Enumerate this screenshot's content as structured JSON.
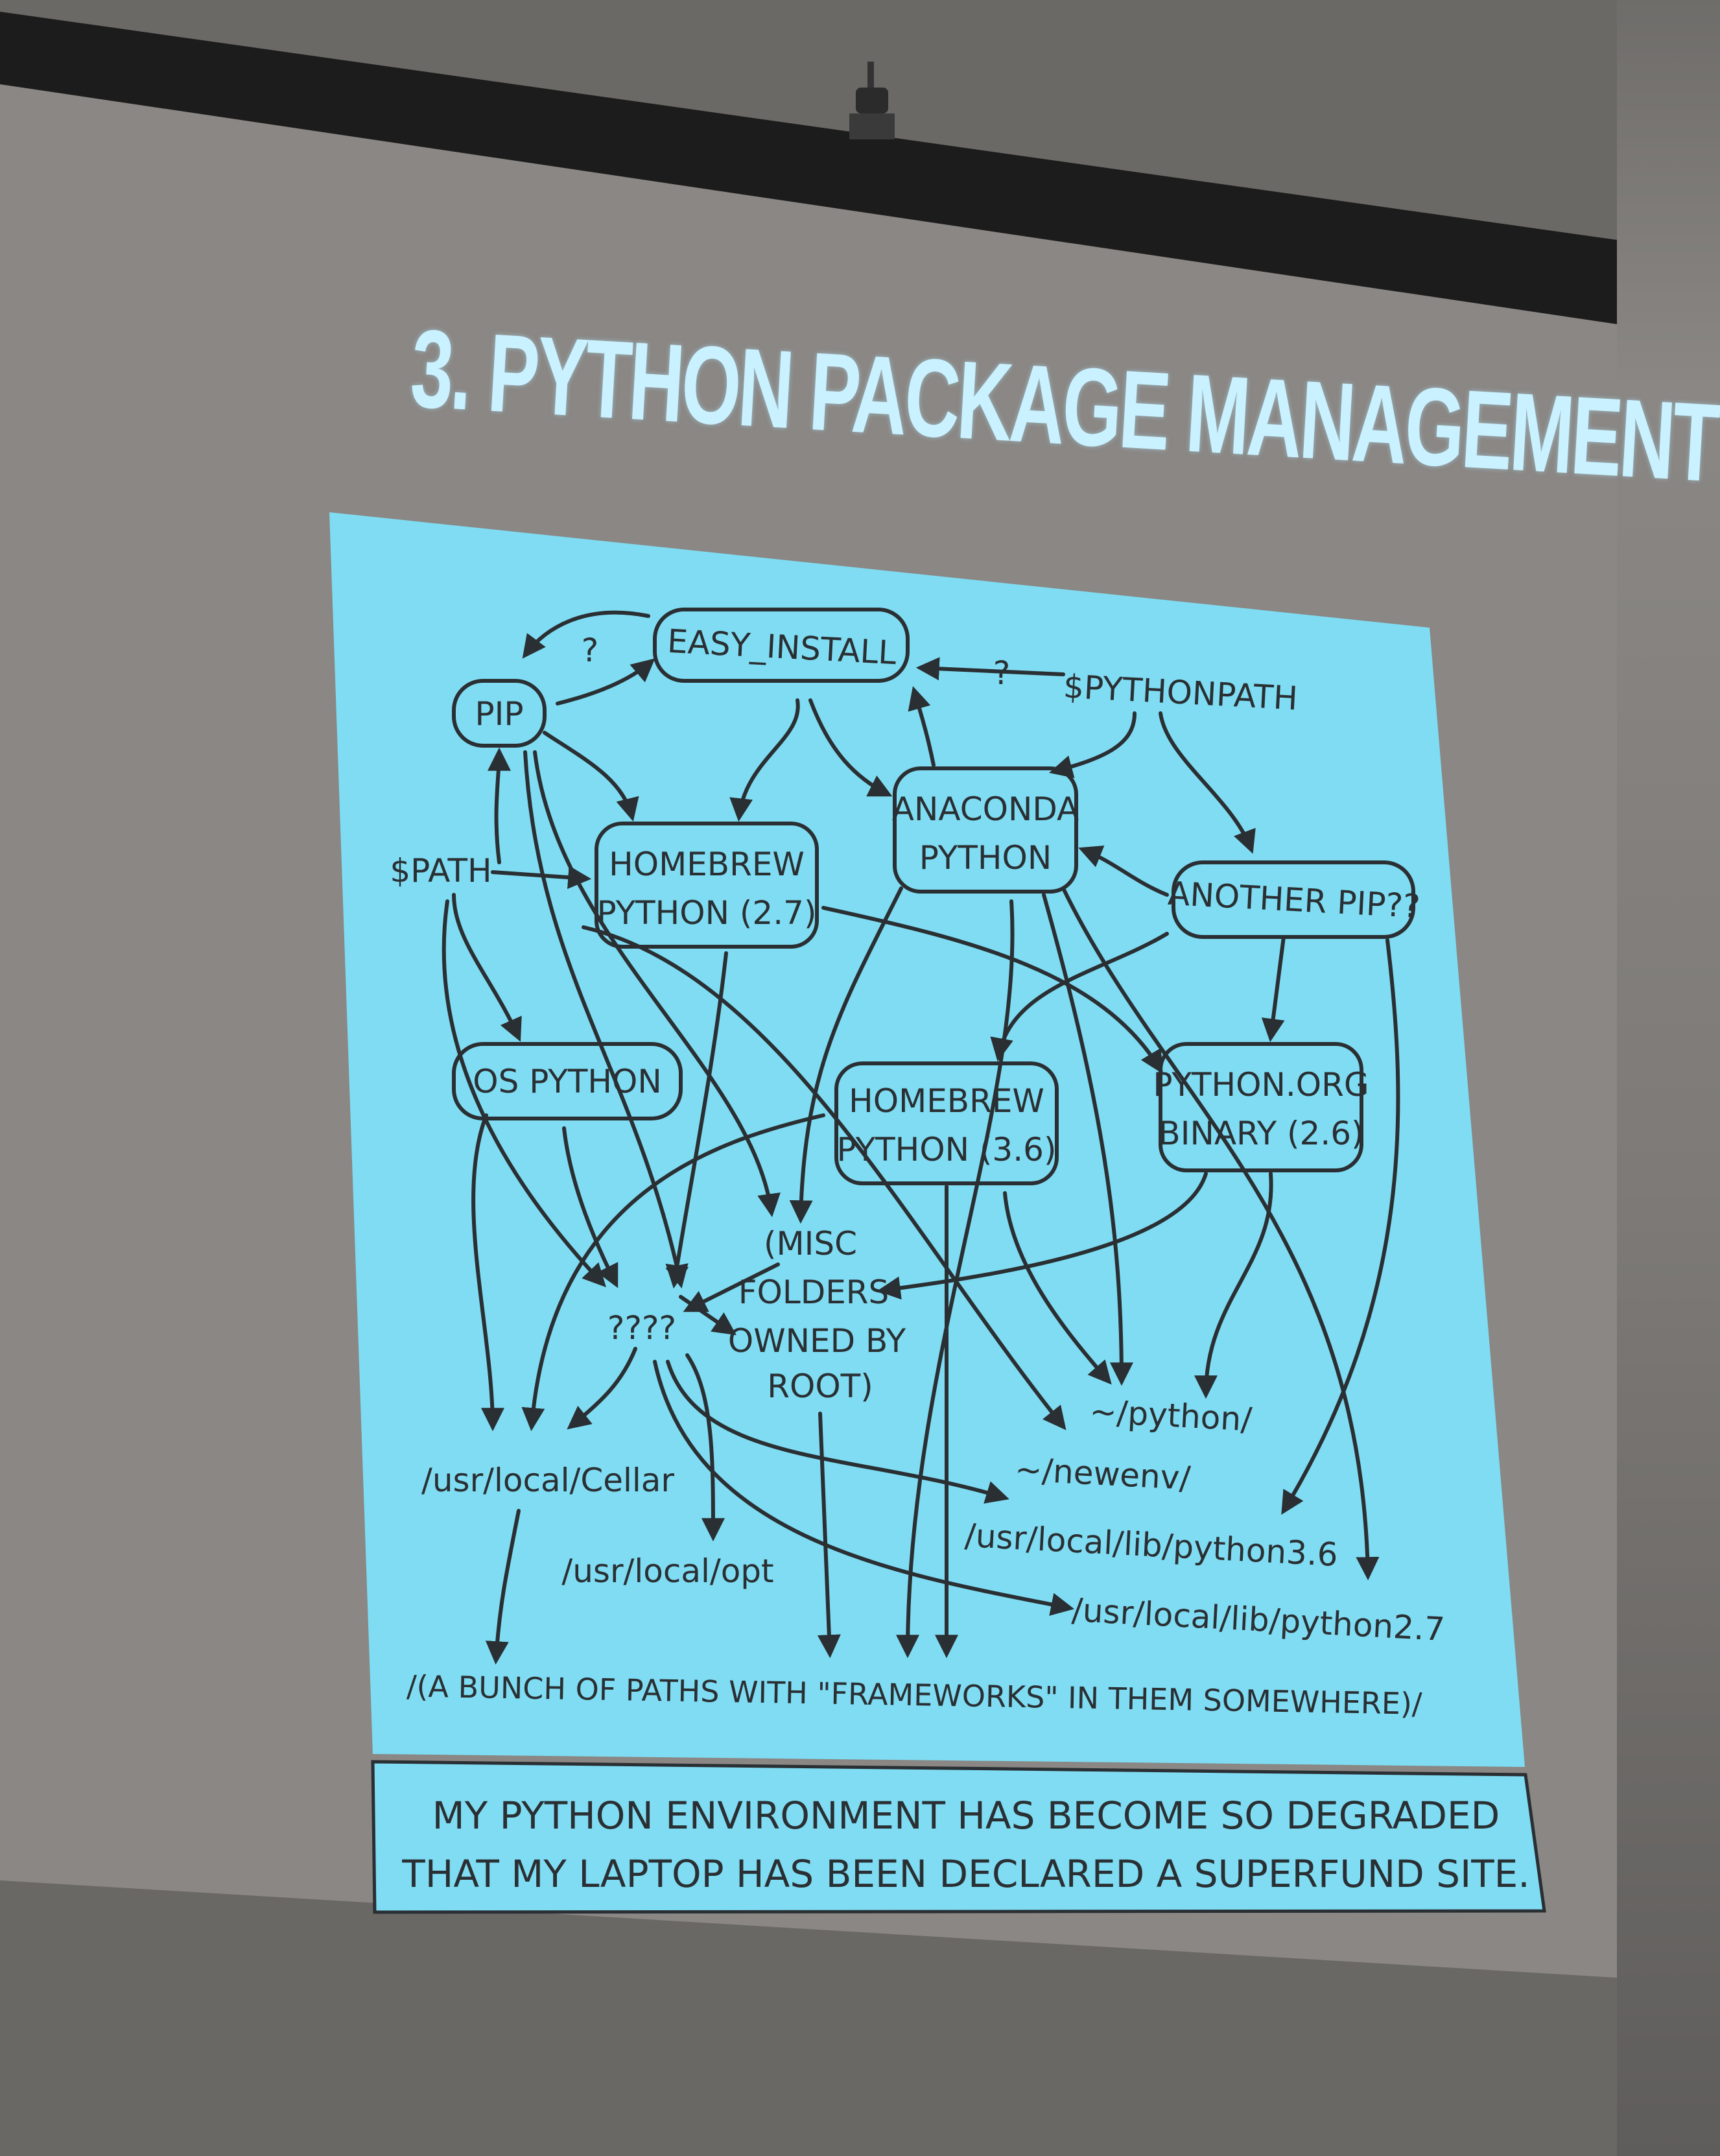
{
  "slide": {
    "title": "3. PYTHON PACKAGE MANAGEMENT"
  },
  "diagram": {
    "nodes": {
      "easy_install": "EASY_INSTALL",
      "pip": "PIP",
      "pythonpath": "$PYTHONPATH",
      "path": "$PATH",
      "homebrew27_line1": "HOMEBREW",
      "homebrew27_line2": "PYTHON (2.7)",
      "anaconda_line1": "ANACONDA",
      "anaconda_line2": "PYTHON",
      "another_pip": "ANOTHER PIP??",
      "os_python": "OS PYTHON",
      "homebrew36_line1": "HOMEBREW",
      "homebrew36_line2": "PYTHON (3.6)",
      "pythonorg_line1": "PYTHON.ORG",
      "pythonorg_line2": "BINARY (2.6)",
      "misc_line1": "(MISC",
      "misc_line2": "FOLDERS",
      "misc_line3": "OWNED BY",
      "misc_line4": "ROOT)",
      "unknown": "????",
      "q1": "?",
      "q2": "?",
      "home_python": "~/python/",
      "home_newenv": "~/newenv/",
      "cellar": "/usr/local/Cellar",
      "lib36": "/usr/local/lib/python3.6",
      "opt": "/usr/local/opt",
      "lib27": "/usr/local/lib/python2.7",
      "frameworks": "/(A BUNCH OF PATHS WITH \"FRAMEWORKS\" IN THEM SOMEWHERE)/"
    },
    "caption_line1": "MY PYTHON ENVIRONMENT HAS BECOME SO DEGRADED",
    "caption_line2": "THAT MY LAPTOP HAS BEEN DECLARED A SUPERFUND SITE."
  },
  "colors": {
    "panel": "#7fdcf2",
    "ink": "#2a2f33",
    "title": "#c9f1ff",
    "wall": "#7d7a77"
  }
}
